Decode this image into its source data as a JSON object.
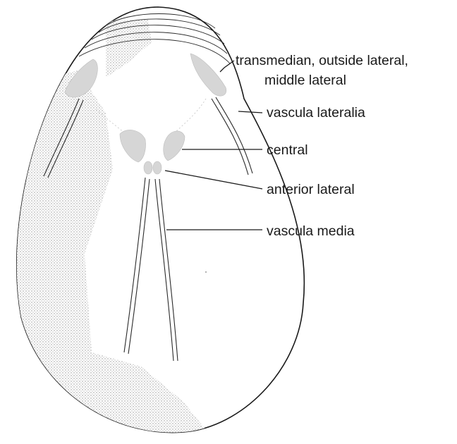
{
  "labels": {
    "transmedian_line1": "transmedian, outside lateral,",
    "transmedian_line2": "middle lateral",
    "vascula_lateralia": "vascula lateralia",
    "central": "central",
    "anterior_lateral": "anterior lateral",
    "vascula_media": "vascula media"
  },
  "colors": {
    "ink": "#1a1a1a",
    "stipple": "#b8b8b8",
    "scar_fill": "#d6d6d6",
    "background": "#ffffff"
  }
}
